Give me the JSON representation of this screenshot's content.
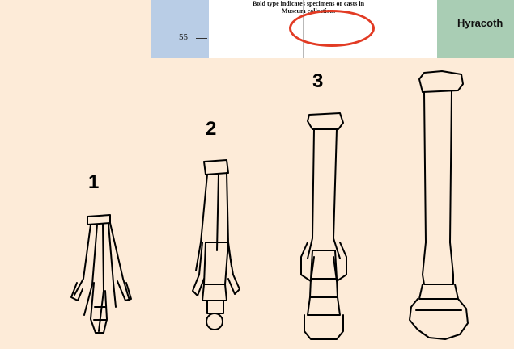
{
  "chart_strip": {
    "note": "Bold type indicates specimens or casts in Museum collection.",
    "tick": "55",
    "taxon": "Hyracoth"
  },
  "stages": [
    {
      "number": "1"
    },
    {
      "number": "2"
    },
    {
      "number": "3"
    }
  ]
}
